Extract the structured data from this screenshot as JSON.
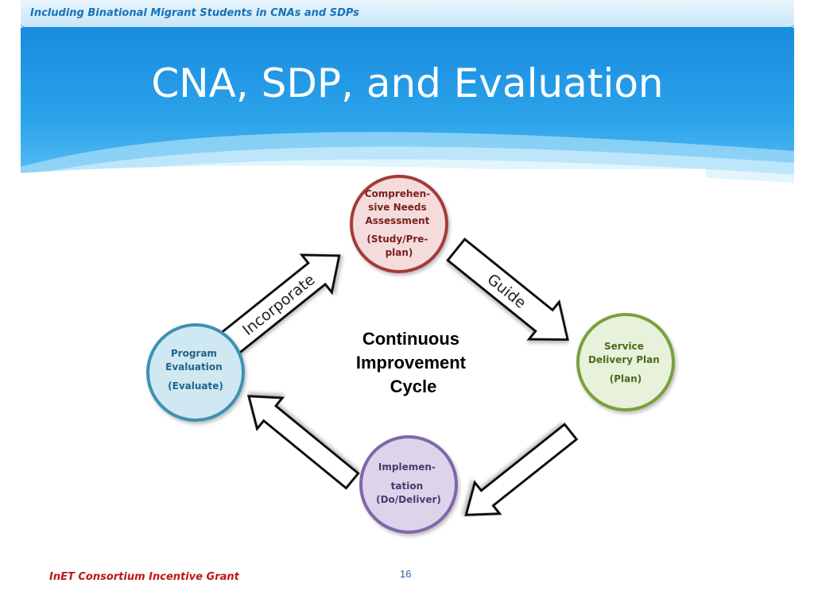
{
  "banner": {
    "text": "Including Binational Migrant Students in CNAs and SDPs"
  },
  "slide": {
    "title": "CNA,  SDP, and Evaluation"
  },
  "diagram": {
    "center_label": [
      "Continuous",
      "Improvement",
      "Cycle"
    ],
    "nodes": [
      {
        "id": "cna",
        "lines": [
          "Comprehen-",
          "sive Needs",
          "Assessment",
          "(Study/Pre-",
          "plan)"
        ],
        "fill": "#f5dcdc",
        "stroke": "#a33a3a"
      },
      {
        "id": "sdp",
        "lines": [
          "Service",
          "Delivery Plan",
          "(Plan)"
        ],
        "fill": "#e8f1db",
        "stroke": "#7aa03b"
      },
      {
        "id": "impl",
        "lines": [
          "Implemen-",
          "tation",
          "(Do/Deliver)"
        ],
        "fill": "#ddd3ea",
        "stroke": "#7e68a8"
      },
      {
        "id": "eval",
        "lines": [
          "Program",
          "Evaluation",
          "(Evaluate)"
        ],
        "fill": "#cfe8f1",
        "stroke": "#3d91b3"
      }
    ],
    "arrows": [
      {
        "id": "guide",
        "label": "Guide"
      },
      {
        "id": "incorporate",
        "label": "Incorporate"
      }
    ]
  },
  "footer": {
    "grant": "InET Consortium Incentive Grant",
    "page": "16"
  }
}
